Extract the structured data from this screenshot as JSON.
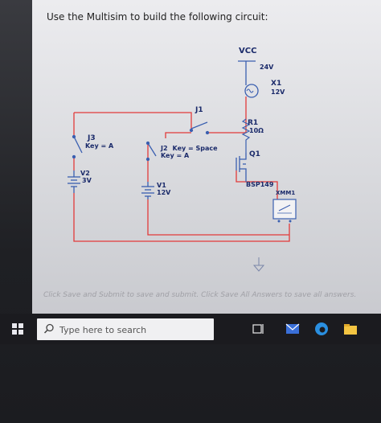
{
  "instruction": "Use the Multisim to build the following circuit:",
  "circuit": {
    "vcc": {
      "label": "VCC",
      "value": "24V"
    },
    "lamp": {
      "name": "X1",
      "value": "12V"
    },
    "j1": {
      "name": "J1"
    },
    "r1": {
      "name": "R1",
      "value": "10Ω"
    },
    "j3": {
      "name": "J3",
      "key": "Key = A"
    },
    "j2": {
      "name": "J2",
      "key": "Key = Space",
      "key2": "Key = A"
    },
    "q1": {
      "name": "Q1",
      "part": "BSP149"
    },
    "v2": {
      "name": "V2",
      "value": "3V"
    },
    "v1": {
      "name": "V1",
      "value": "12V"
    },
    "xmm": {
      "name": "XMM1"
    }
  },
  "footer_note": "Click Save and Submit to save and submit. Click Save All Answers to save all answers.",
  "taskbar": {
    "search_placeholder": "Type here to search",
    "icons": [
      "windows-start-icon",
      "search-icon",
      "task-view-icon",
      "mail-icon",
      "edge-icon",
      "file-explorer-icon"
    ]
  },
  "colors": {
    "wire": "#e23a3a",
    "component": "#3a5fb0",
    "text": "#1a2a6a"
  }
}
